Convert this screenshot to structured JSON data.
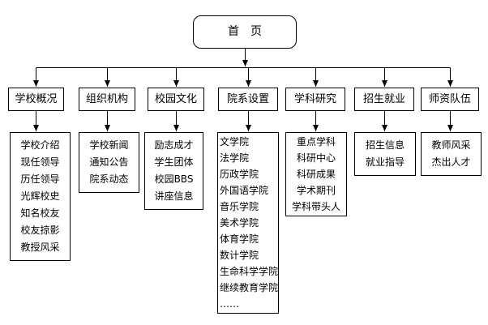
{
  "diagram": {
    "title": "website-sitemap-flowchart",
    "colors": {
      "line": "#000000",
      "background": "#ffffff",
      "text": "#000000"
    },
    "root": {
      "label": "首　页"
    },
    "sections": [
      {
        "label": "学校概况",
        "items": [
          "学校介绍",
          "现任领导",
          "历任领导",
          "光辉校史",
          "知名校友",
          "校友掠影",
          "教授风采"
        ]
      },
      {
        "label": "组织机构",
        "items": [
          "学校新闻",
          "通知公告",
          "院系动态"
        ]
      },
      {
        "label": "校园文化",
        "items": [
          "励志成才",
          "学生团体",
          "校园BBS",
          "讲座信息"
        ]
      },
      {
        "label": "院系设置",
        "items": [
          "文学院",
          "法学院",
          "历政学院",
          "外国语学院",
          "音乐学院",
          "美术学院",
          "体育学院",
          "数计学院",
          "生命科学学院",
          "继续教育学院",
          "……"
        ]
      },
      {
        "label": "学科研究",
        "items": [
          "重点学科",
          "科研中心",
          "科研成果",
          "学术期刊",
          "学科带头人"
        ]
      },
      {
        "label": "招生就业",
        "items": [
          "招生信息",
          "就业指导"
        ]
      },
      {
        "label": "师资队伍",
        "items": [
          "教师风采",
          "杰出人才"
        ]
      }
    ]
  }
}
